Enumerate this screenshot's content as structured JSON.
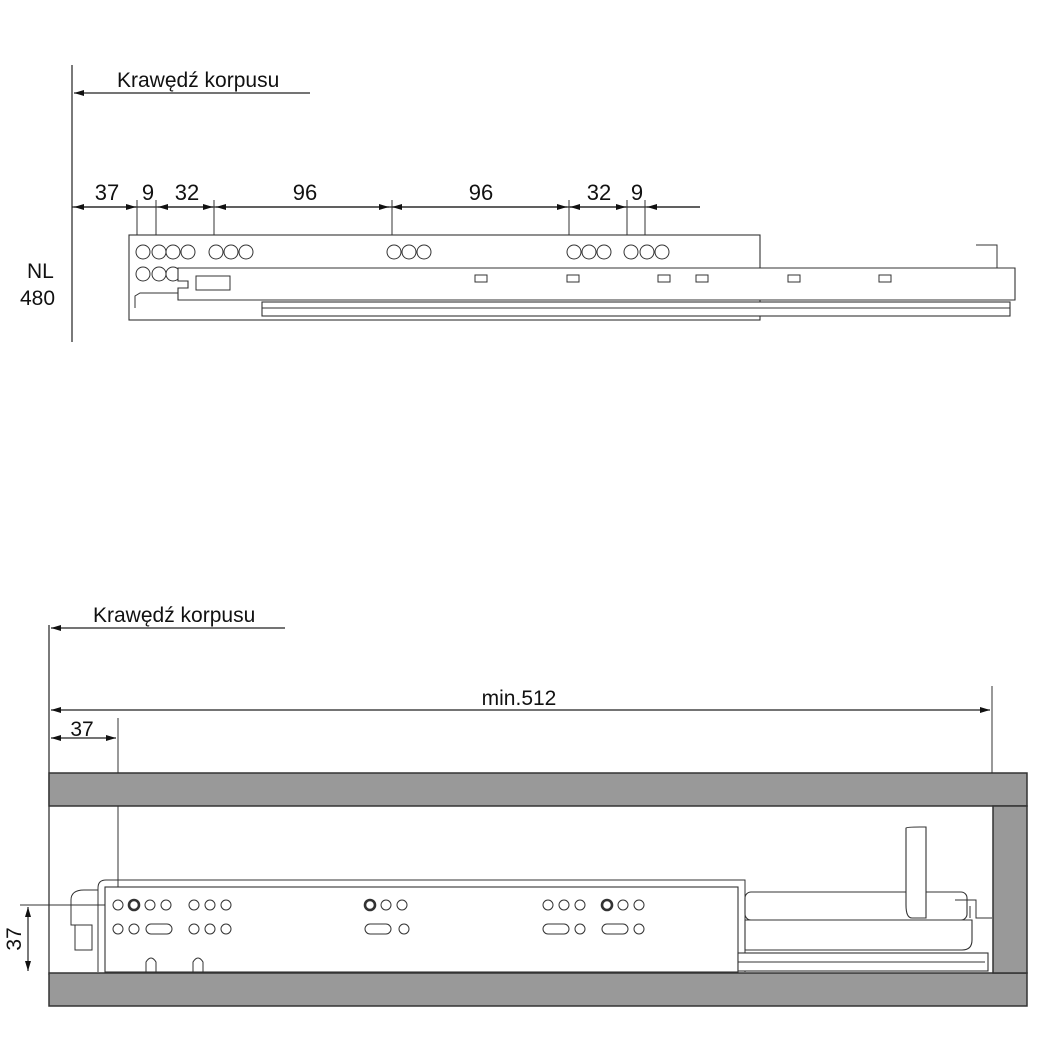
{
  "top_view": {
    "edge_label": "Krawędź korpusu",
    "nominal_length_label": "NL",
    "nominal_length_value": "480",
    "dimensions": [
      "37",
      "9",
      "32",
      "96",
      "96",
      "32",
      "9"
    ]
  },
  "bottom_view": {
    "edge_label": "Krawędź korpusu",
    "min_depth_label": "min.512",
    "front_offset": "37",
    "height_offset": "37"
  },
  "colors": {
    "panel": "#999999",
    "line": "#222222"
  }
}
